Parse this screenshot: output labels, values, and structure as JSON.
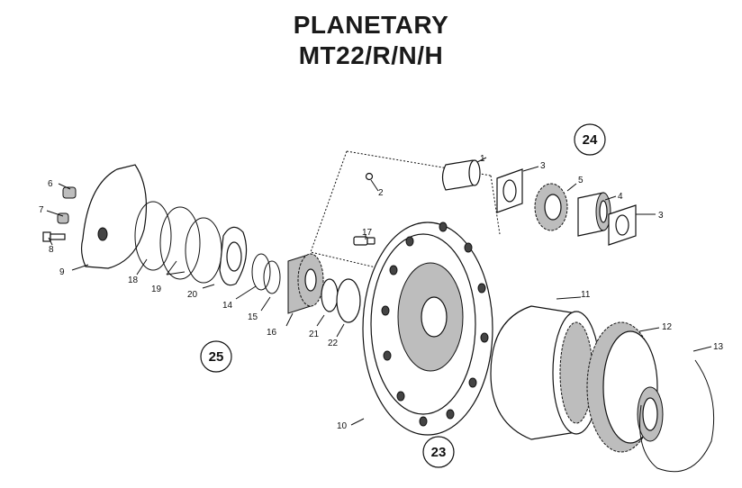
{
  "title": {
    "line1": "PLANETARY",
    "line2": "MT22/R/N/H"
  },
  "group_numbers": [
    "24",
    "25",
    "23"
  ],
  "part_numbers": [
    "1",
    "2",
    "3",
    "3",
    "4",
    "5",
    "6",
    "7",
    "8",
    "9",
    "10",
    "11",
    "12",
    "13",
    "14",
    "15",
    "16",
    "17",
    "18",
    "19",
    "19",
    "20",
    "21",
    "22"
  ]
}
